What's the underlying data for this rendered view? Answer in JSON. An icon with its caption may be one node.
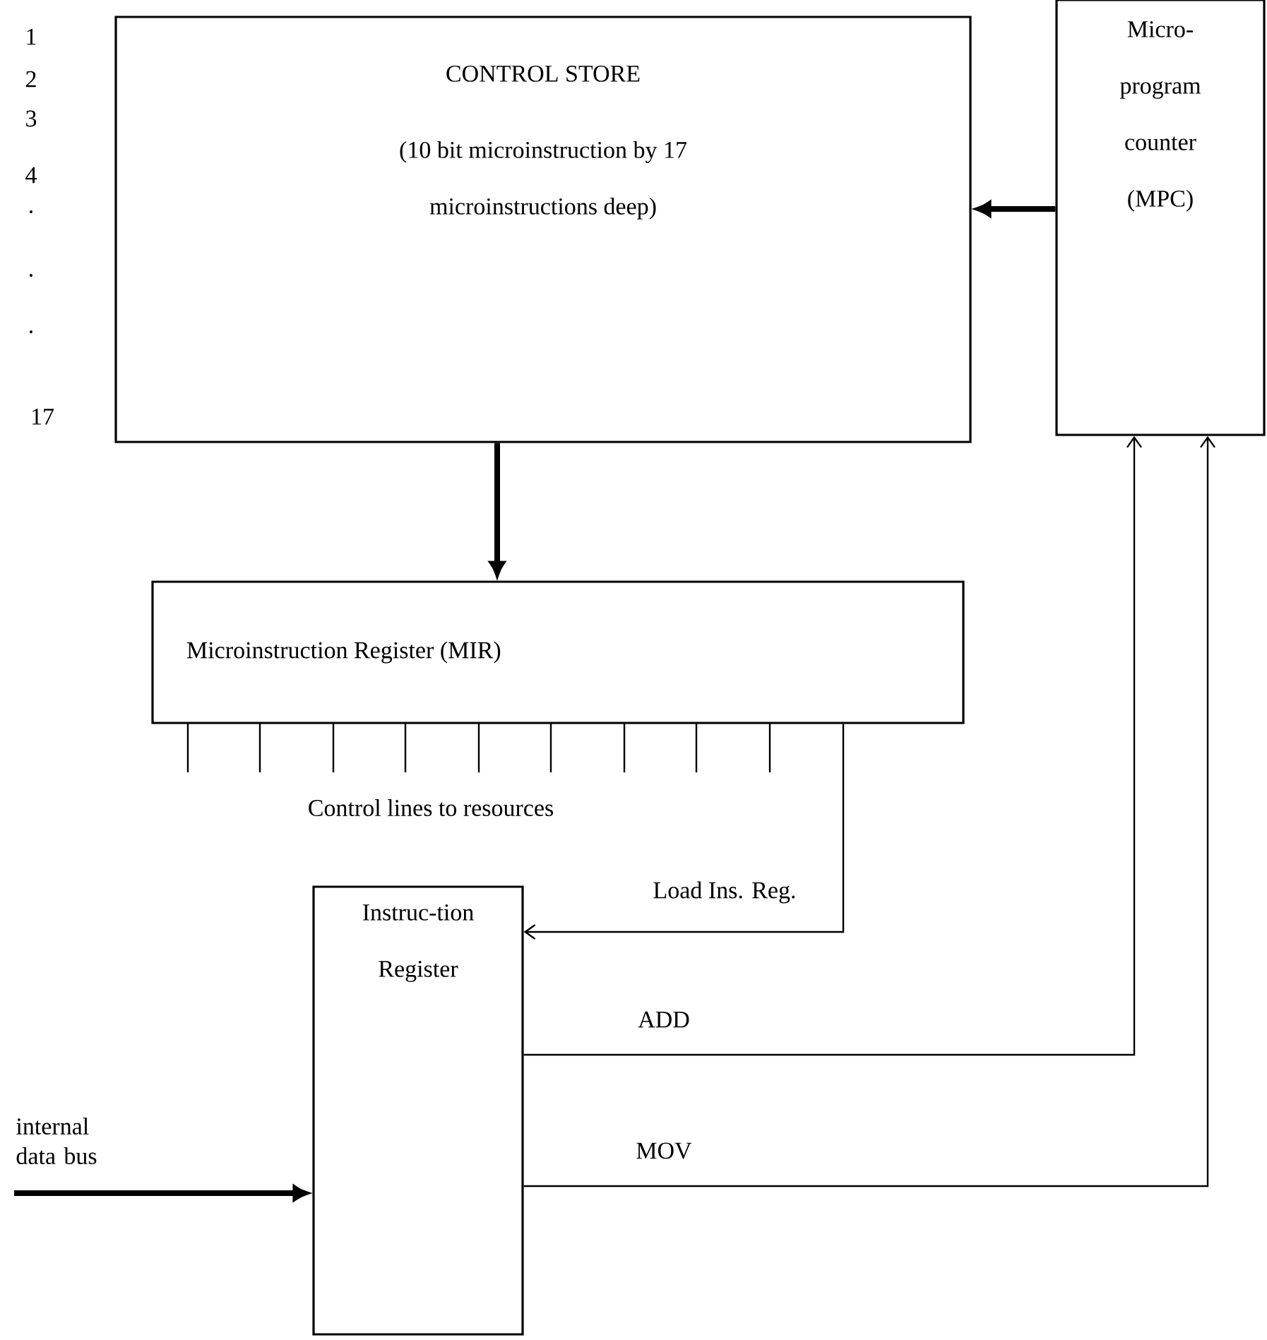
{
  "diagram": {
    "nodes": [
      {
        "text": [
          "CONTROL STORE",
          "(10 bit microinstruction by 17 microinstructions deep)"
        ]
      },
      {
        "text": [
          "Micro-program counter (MPC)"
        ]
      },
      {
        "text": [
          "Microinstruction Register (MIR)"
        ]
      },
      {
        "text": [
          "Instruc-tion Register"
        ]
      }
    ],
    "edges": [
      {
        "from": 1,
        "to": 0,
        "arrow": "to",
        "style": "thick"
      },
      {
        "from": 0,
        "to": 2,
        "arrow": "to",
        "style": "thick"
      },
      {
        "from": 2,
        "to": 3,
        "arrow": "to",
        "label": "Load Ins. Reg."
      },
      {
        "from": 3,
        "to": 1,
        "arrow": "to",
        "label": "ADD"
      },
      {
        "from": 3,
        "to": 1,
        "arrow": "to",
        "label": "MOV"
      },
      {
        "from": null,
        "to": 3,
        "arrow": "to",
        "style": "thick",
        "label": "internal data bus"
      }
    ],
    "labels": [
      "1",
      "2",
      "3",
      "4",
      ".",
      ".",
      ".",
      "17",
      "Control lines to resources"
    ]
  }
}
